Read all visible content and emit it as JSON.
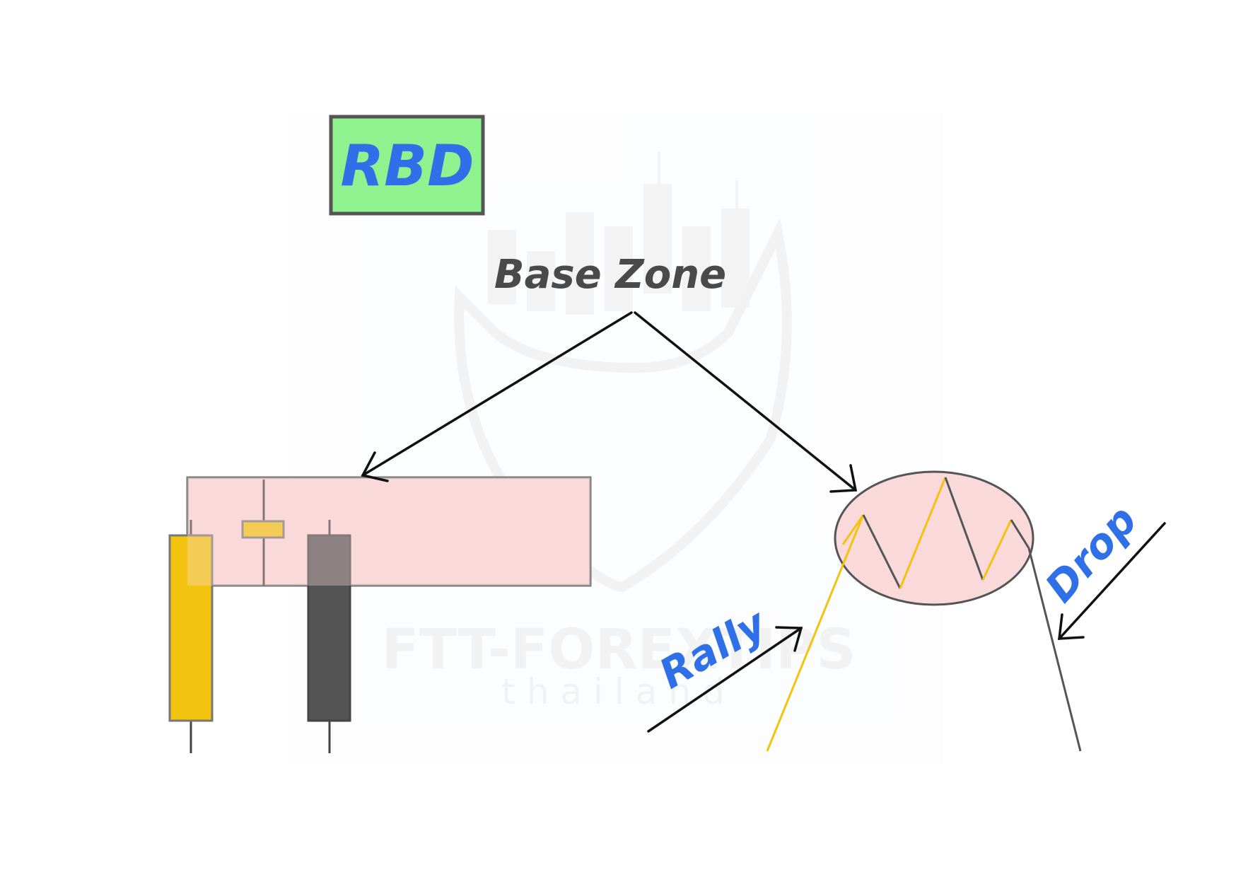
{
  "title_badge": {
    "text": "RBD",
    "fill": "#8ef28e",
    "border": "#555555",
    "text_color": "#2f6fe8"
  },
  "base_zone_label": "Base Zone",
  "rally_label": "Rally",
  "drop_label": "Drop",
  "watermark": {
    "line1": "FTT-FOREXTIPS",
    "line2": "thailand"
  },
  "colors": {
    "bullish_candle": "#f2c40f",
    "bearish_candle": "#555555",
    "zone_fill": "#f9d9d9",
    "zone_stroke": "#777777",
    "rally_line": "#f2c40f",
    "drop_line": "#555555",
    "arrow": "#111111",
    "label_blue": "#2f6fe8",
    "label_gray": "#4a4a4a"
  },
  "candles": [
    {
      "type": "bullish",
      "role": "rally"
    },
    {
      "type": "bullish",
      "role": "base"
    },
    {
      "type": "bearish",
      "role": "drop"
    }
  ]
}
